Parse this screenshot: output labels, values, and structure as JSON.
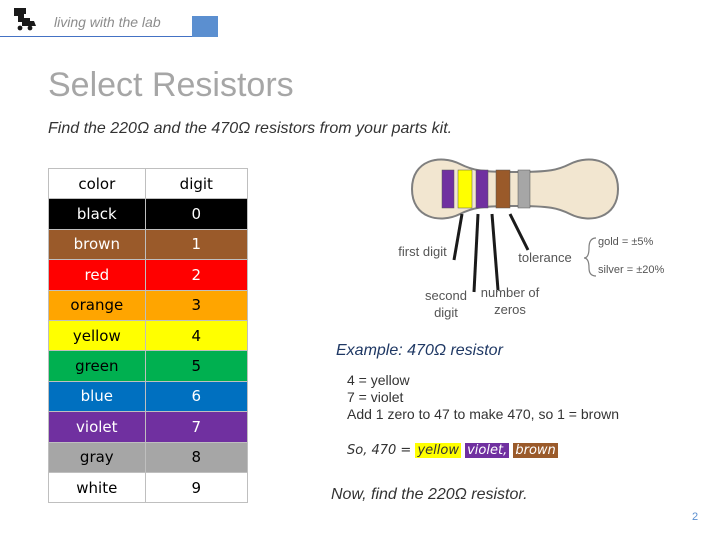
{
  "header": {
    "text": "living with the lab"
  },
  "title": "Select Resistors",
  "subtitle": "Find the 220Ω and the 470Ω resistors from your parts kit.",
  "table": {
    "headers": [
      "color",
      "digit"
    ],
    "rows": [
      {
        "color": "black",
        "digit": "0",
        "bg": "#000000",
        "fg": "#ffffff"
      },
      {
        "color": "brown",
        "digit": "1",
        "bg": "#9a5a2a",
        "fg": "#ffffff"
      },
      {
        "color": "red",
        "digit": "2",
        "bg": "#ff0000",
        "fg": "#ffffff"
      },
      {
        "color": "orange",
        "digit": "3",
        "bg": "#ffa500",
        "fg": "#000000"
      },
      {
        "color": "yellow",
        "digit": "4",
        "bg": "#ffff00",
        "fg": "#000000"
      },
      {
        "color": "green",
        "digit": "5",
        "bg": "#00b050",
        "fg": "#000000"
      },
      {
        "color": "blue",
        "digit": "6",
        "bg": "#0070c0",
        "fg": "#ffffff"
      },
      {
        "color": "violet",
        "digit": "7",
        "bg": "#7030a0",
        "fg": "#ffffff"
      },
      {
        "color": "gray",
        "digit": "8",
        "bg": "#a6a6a6",
        "fg": "#000000"
      },
      {
        "color": "white",
        "digit": "9",
        "bg": "#ffffff",
        "fg": "#000000"
      }
    ]
  },
  "resistor": {
    "labels": {
      "first": "first digit",
      "second": "second digit",
      "zeros": "number of zeros",
      "tolerance": "tolerance",
      "gold": "gold = ±5%",
      "silver": "silver = ±20%"
    },
    "band_colors": [
      "#7030a0",
      "#ffff00",
      "#7030a0",
      "#9a5a2a",
      "#a6a6a6"
    ]
  },
  "example": {
    "title": "Example: 470Ω resistor",
    "lines": [
      "4 = yellow",
      "7 = violet",
      "Add 1 zero to 47 to make 470, so 1 = brown"
    ],
    "so_prefix": "So, 470 = ",
    "so_words": [
      {
        "text": "yellow",
        "bg": "#ffff00",
        "fg": "#333333"
      },
      {
        "text": "violet,",
        "bg": "#7030a0",
        "fg": "#ffffff"
      },
      {
        "text": "brown",
        "bg": "#9a5a2a",
        "fg": "#ffffff"
      }
    ]
  },
  "footer": {
    "now": "Now, find the 220Ω resistor.",
    "page": "2"
  }
}
